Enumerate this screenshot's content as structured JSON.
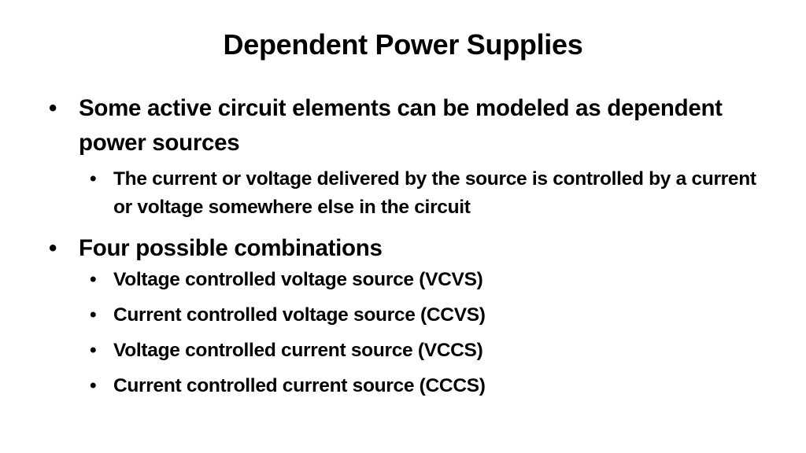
{
  "slide": {
    "title": "Dependent Power Supplies",
    "bullet_glyph": "•",
    "bullets": [
      {
        "text": "Some active circuit elements can be modeled as dependent power sources",
        "sub": [
          {
            "text": "The current or voltage delivered by the source is controlled by a current or voltage somewhere else in the circuit"
          }
        ]
      },
      {
        "text": "Four possible combinations",
        "sub": [
          {
            "text": "Voltage controlled voltage source (VCVS)"
          },
          {
            "text": "Current controlled voltage source (CCVS)"
          },
          {
            "text": "Voltage controlled current source (VCCS)"
          },
          {
            "text": "Current controlled current source (CCCS)"
          }
        ]
      }
    ]
  }
}
